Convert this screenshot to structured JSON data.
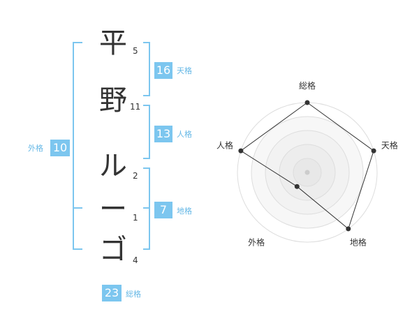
{
  "name": {
    "characters": [
      {
        "char": "平",
        "strokes": "5"
      },
      {
        "char": "野",
        "strokes": "11"
      },
      {
        "char": "ル",
        "strokes": "2"
      },
      {
        "char": "ー",
        "strokes": "1"
      },
      {
        "char": "ゴ",
        "strokes": "4"
      }
    ]
  },
  "scores": {
    "tenkaku": {
      "value": "16",
      "label": "天格"
    },
    "jinkaku": {
      "value": "13",
      "label": "人格"
    },
    "chikaku": {
      "value": "7",
      "label": "地格"
    },
    "gaikaku": {
      "value": "10",
      "label": "外格"
    },
    "soukaku": {
      "value": "23",
      "label": "総格"
    }
  },
  "chart_data": {
    "type": "radar",
    "axes": [
      "総格",
      "天格",
      "地格",
      "外格",
      "人格"
    ],
    "rings": 5,
    "values": [
      4,
      4,
      4,
      1,
      4
    ],
    "max": 4
  }
}
